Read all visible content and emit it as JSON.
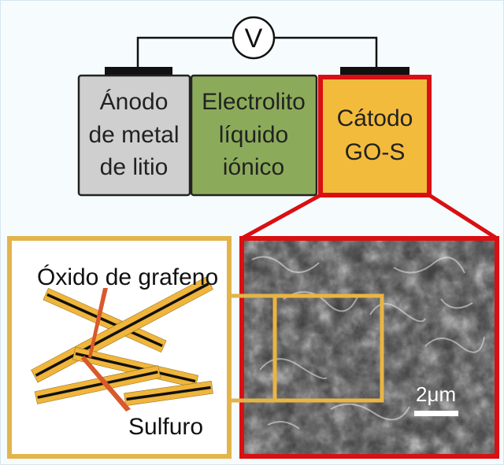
{
  "voltmeter": {
    "symbol": "V"
  },
  "anode": {
    "lines": [
      "Ánodo",
      "de metal",
      "de litio"
    ],
    "fill": "#cfcfcf"
  },
  "electrolyte": {
    "lines": [
      "Electrolito",
      "líquido",
      "iónico"
    ],
    "fill": "#8cab5a"
  },
  "cathode": {
    "lines": [
      "Cátodo",
      "GO-S"
    ],
    "fill": "#f3bb3c",
    "border": "#d90f12"
  },
  "inset": {
    "graphene_label": "Óxido de grafeno",
    "sulfur_label": "Sulfuro",
    "sheet_color": "#f0b53a",
    "border_color": "#e2b44a"
  },
  "micrograph": {
    "scale_label": "2μm",
    "border_color": "#d90f12"
  }
}
